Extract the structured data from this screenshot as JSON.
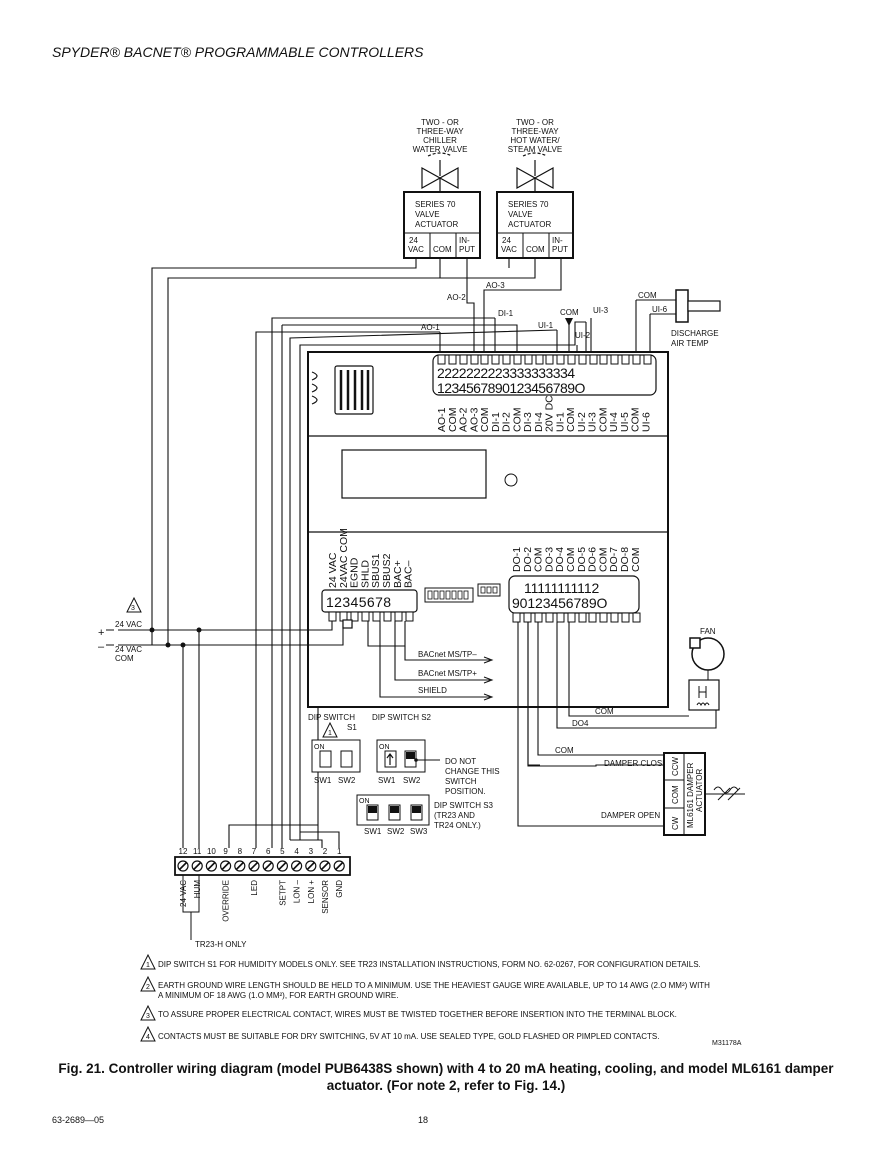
{
  "header": {
    "title": "SPYDER® BACNET® PROGRAMMABLE CONTROLLERS"
  },
  "valves": [
    {
      "title": [
        "TWO - OR",
        "THREE-WAY",
        "CHILLER",
        "WATER VALVE"
      ],
      "actuator": [
        "SERIES 70",
        "VALVE",
        "ACTUATOR"
      ],
      "terms": {
        "vac_24": "24",
        "vac": "VAC",
        "com": "COM",
        "in": "IN-",
        "put": "PUT"
      }
    },
    {
      "title": [
        "TWO - OR",
        "THREE-WAY",
        "HOT WATER/",
        "STEAM VALVE"
      ],
      "actuator": [
        "SERIES 70",
        "VALVE",
        "ACTUATOR"
      ],
      "terms": {
        "vac_24": "24",
        "vac": "VAC",
        "com": "COM",
        "in": "IN-",
        "put": "PUT"
      }
    }
  ],
  "wire_labels": {
    "ao2": "AO-2",
    "ao3": "AO-3",
    "ao1": "AO-1",
    "di1": "DI-1",
    "ui1": "UI-1",
    "ui2": "UI-2",
    "ui3": "UI-3",
    "ui6": "UI-6",
    "com_top": "COM",
    "com_sensor": "COM",
    "com_fan": "COM",
    "do4": "DO4",
    "com_damper": "COM",
    "vac24": "24 VAC",
    "vac24com_1": "24 VAC",
    "vac24com_2": "COM",
    "bac_minus": "BACnet MS/TP–",
    "bac_plus": "BACnet MS/TP+",
    "shield": "SHIELD",
    "damper_close": "DAMPER CLOSE",
    "damper_open": "DAMPER OPEN",
    "plus": "+",
    "minus": "–"
  },
  "sensor": {
    "label": [
      "DISCHARGE",
      "AIR TEMP"
    ]
  },
  "controller": {
    "top_row_1": "2222222223333333334",
    "top_row_2": "1234567890123456789O",
    "top_labels": [
      "AO-1",
      "COM",
      "AO-2",
      "AO-3",
      "COM",
      "DI-1",
      "DI-2",
      "COM",
      "DI-3",
      "DI-4",
      "20V DC",
      "UI-1",
      "COM",
      "UI-2",
      "UI-3",
      "COM",
      "UI-4",
      "UI-5",
      "COM",
      "UI-6"
    ],
    "left_labels": [
      "24 VAC",
      "24VAC COM",
      "EGND",
      "SHLD",
      "SBUS1",
      "SBUS2",
      "BAC+",
      "BAC–"
    ],
    "left_numbers": "12345678",
    "right_labels": [
      "DO-1",
      "DO-2",
      "COM",
      "DO-3",
      "DO-4",
      "COM",
      "DO-5",
      "DO-6",
      "COM",
      "DO-7",
      "DO-8",
      "COM"
    ],
    "right_row_1": "11111111112",
    "right_row_2": "90123456789O"
  },
  "fan": {
    "label": "FAN"
  },
  "damper": {
    "labels": [
      "CCW",
      "COM",
      "CW"
    ],
    "name": [
      "ML6161 DAMPER",
      "ACTUATOR"
    ]
  },
  "dip": {
    "s1_title": [
      "DIP SWITCH",
      "S1"
    ],
    "s2_title": "DIP SWITCH S2",
    "s3_title": [
      "DIP SWITCH S3",
      "(TR23 AND",
      "TR24 ONLY.)"
    ],
    "on": "ON",
    "sw1": "SW1",
    "sw2": "SW2",
    "sw3": "SW3",
    "note": [
      "DO NOT",
      "CHANGE THIS",
      "SWITCH",
      "POSITION."
    ]
  },
  "tr23": {
    "numbers": [
      "12",
      "11",
      "10",
      "9",
      "8",
      "7",
      "6",
      "5",
      "4",
      "3",
      "2",
      "1"
    ],
    "labels": [
      "24 VAC",
      "HUM",
      "OVERRIDE",
      "LED",
      "SETPT",
      "LON –",
      "LON +",
      "SENSOR",
      "GND"
    ],
    "only": "TR23-H ONLY"
  },
  "notes": [
    {
      "num": "1",
      "text": [
        "DIP SWITCH S1 FOR HUMIDITY MODELS ONLY.  SEE TR23 INSTALLATION INSTRUCTIONS, FORM NO. 62-0267, FOR CONFIGURATION DETAILS."
      ]
    },
    {
      "num": "2",
      "text": [
        "EARTH GROUND WIRE LENGTH SHOULD BE HELD TO A MINIMUM.  USE THE HEAVIEST GAUGE WIRE AVAILABLE, UP TO 14 AWG (2.O MM²) WITH",
        "A MINIMUM OF 18 AWG (1.O MM²), FOR EARTH GROUND WIRE."
      ]
    },
    {
      "num": "3",
      "text": [
        "TO ASSURE PROPER ELECTRICAL CONTACT, WIRES MUST BE TWISTED TOGETHER BEFORE INSERTION INTO THE TERMINAL BLOCK."
      ]
    },
    {
      "num": "4",
      "text": [
        "CONTACTS MUST BE SUITABLE FOR DRY SWITCHING, 5V AT 10 mA.  USE SEALED TYPE, GOLD FLASHED OR PIMPLED CONTACTS."
      ]
    }
  ],
  "drawing_id": "M31178A",
  "caption": "Fig. 21. Controller wiring diagram (model PUB6438S shown) with 4 to 20 mA heating, cooling, and model ML6161 damper actuator. (For note 2, refer to Fig. 14.)",
  "footer": {
    "doc": "63-2689—05",
    "page": "18"
  }
}
